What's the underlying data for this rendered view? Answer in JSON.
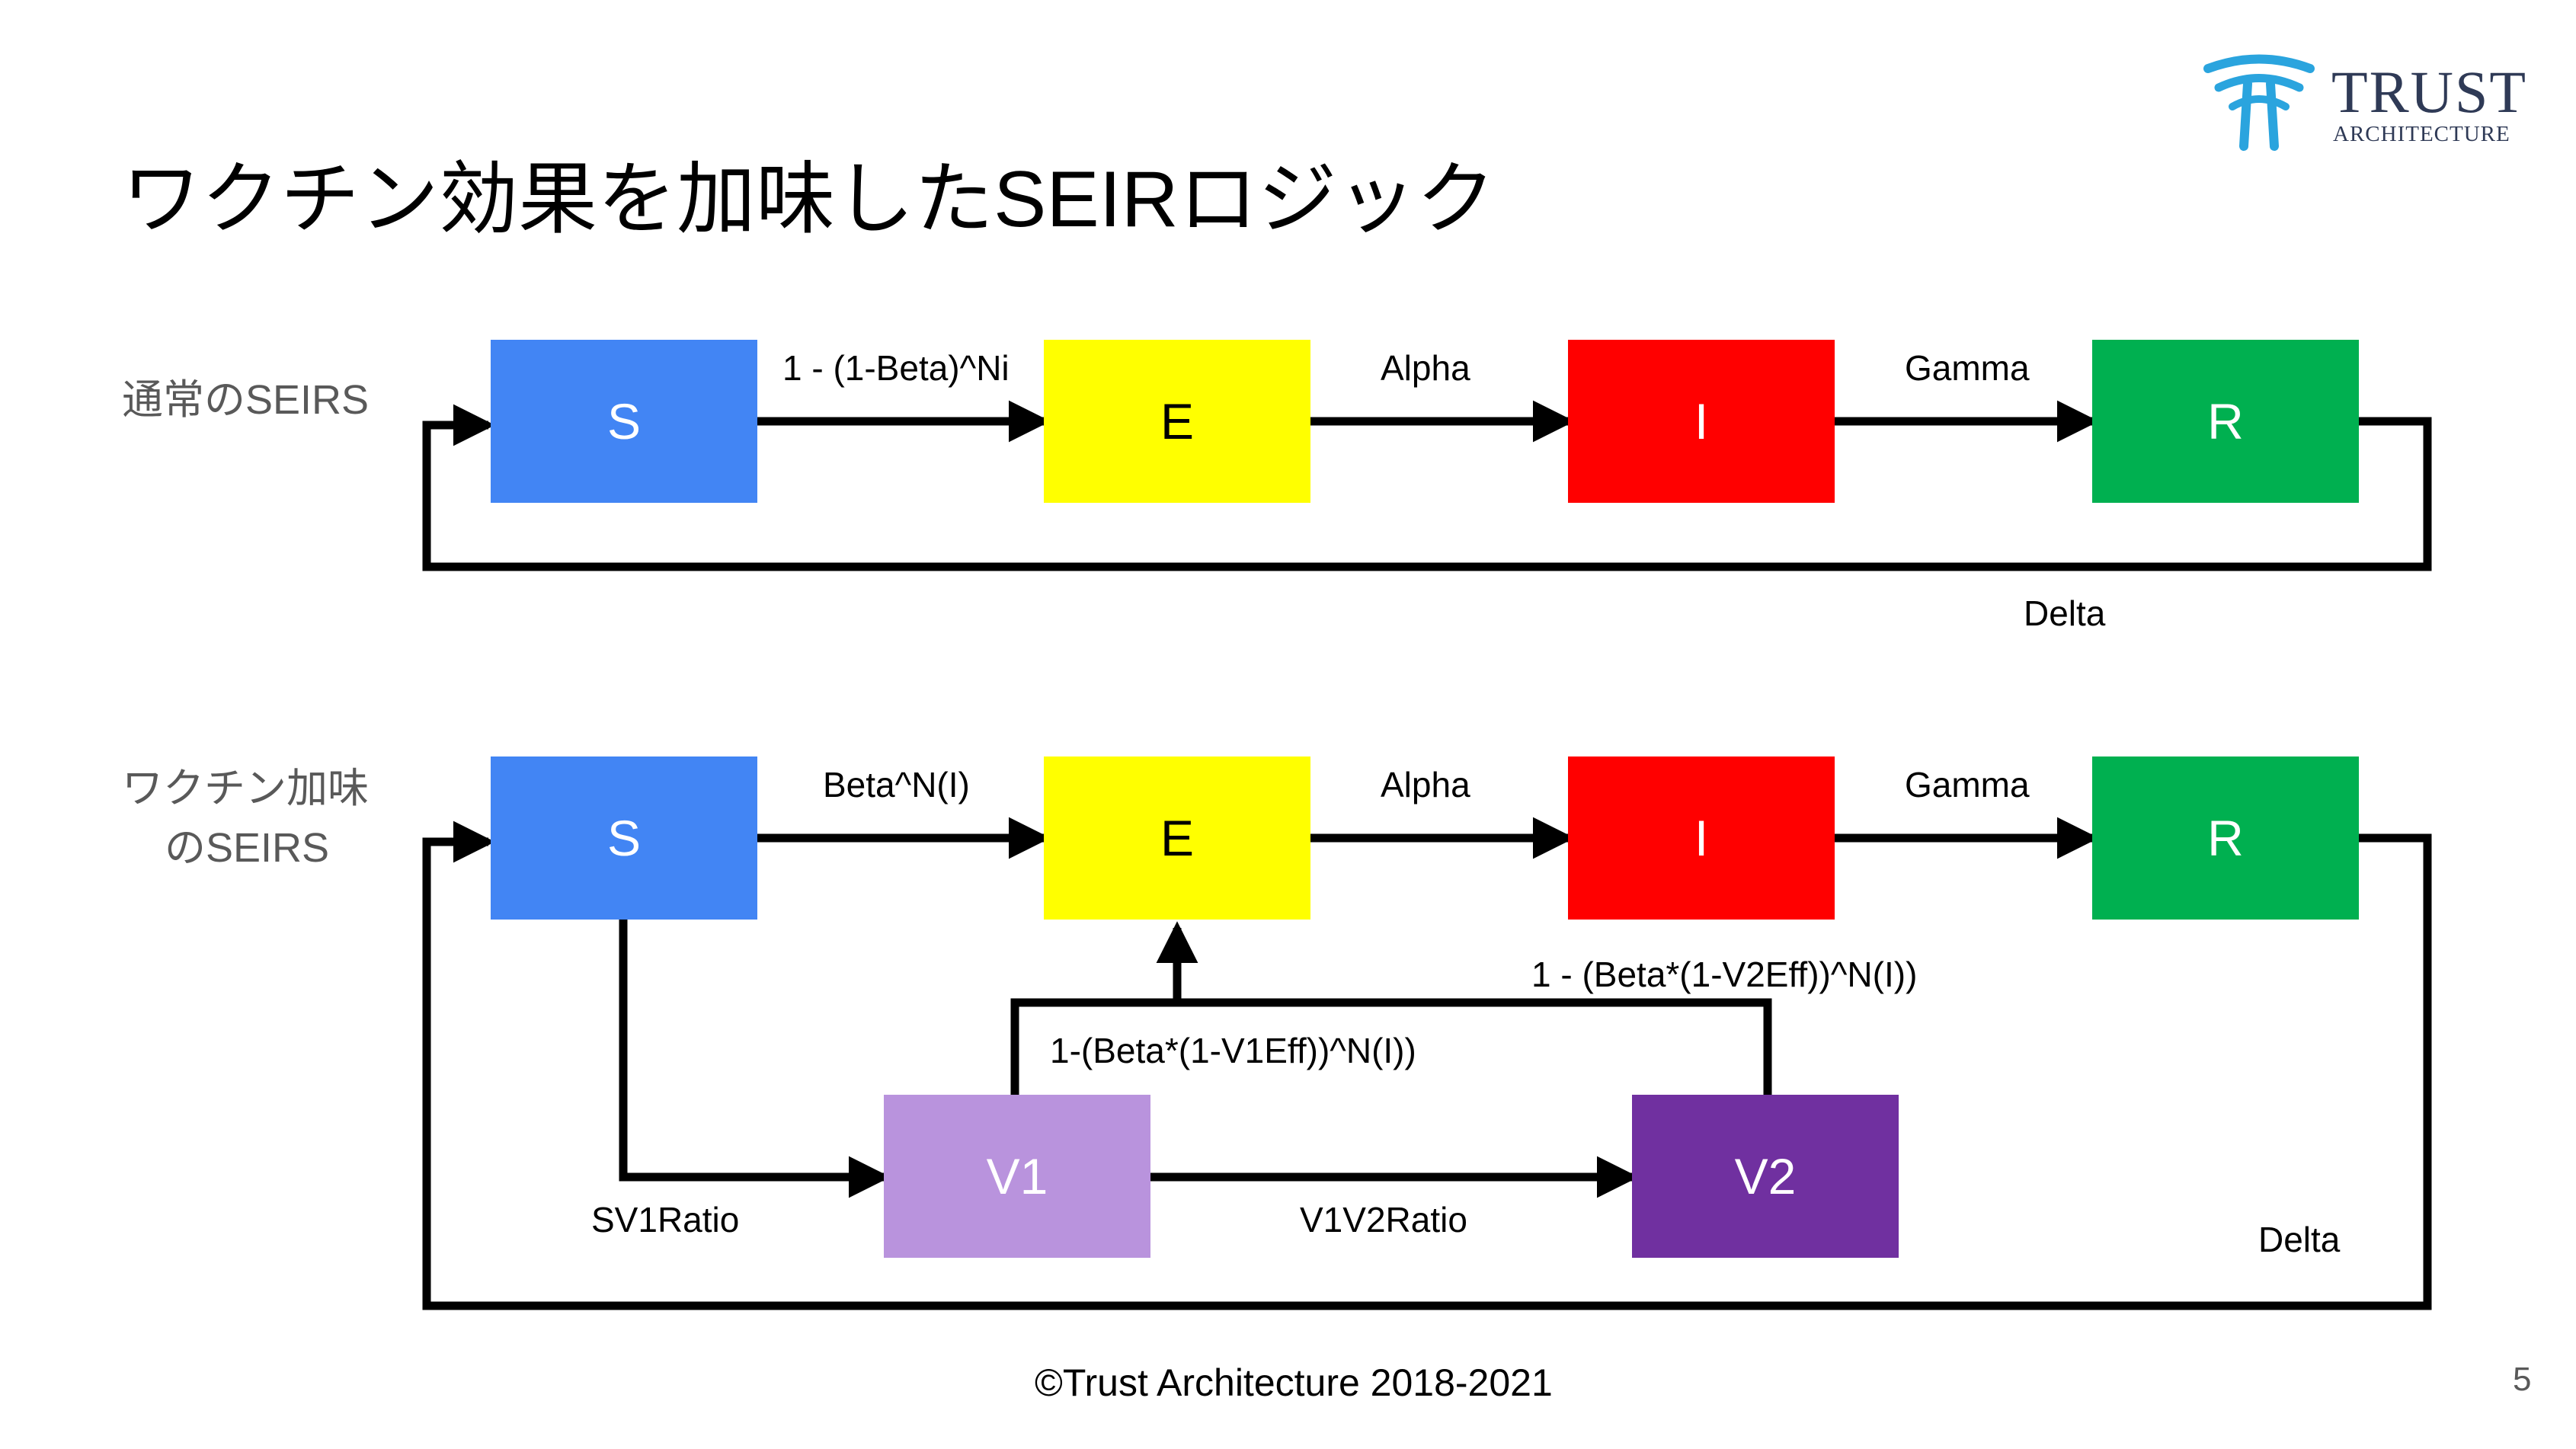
{
  "title": "ワクチン効果を加味したSEIRロジック",
  "logo": {
    "line1": "TRUST",
    "line2": "ARCHITECTURE",
    "mark_color": "#2aa4de",
    "text_color": "#2f3a56"
  },
  "rows": {
    "normal": {
      "label": "通常のSEIRS"
    },
    "vaccine": {
      "label_line1": "ワクチン加味",
      "label_line2": "のSEIRS"
    }
  },
  "nodes": {
    "normal": [
      {
        "id": "S",
        "label": "S",
        "color": "#4285f4"
      },
      {
        "id": "E",
        "label": "E",
        "color": "#ffff00"
      },
      {
        "id": "I",
        "label": "I",
        "color": "#ff0000"
      },
      {
        "id": "R",
        "label": "R",
        "color": "#00b050"
      }
    ],
    "vaccine": [
      {
        "id": "S",
        "label": "S",
        "color": "#4285f4"
      },
      {
        "id": "E",
        "label": "E",
        "color": "#ffff00"
      },
      {
        "id": "I",
        "label": "I",
        "color": "#ff0000"
      },
      {
        "id": "R",
        "label": "R",
        "color": "#00b050"
      },
      {
        "id": "V1",
        "label": "V1",
        "color": "#b993dd"
      },
      {
        "id": "V2",
        "label": "V2",
        "color": "#7030a0"
      }
    ]
  },
  "edges": {
    "normal": {
      "s_to_e": "1 - (1-Beta)^Ni",
      "e_to_i": "Alpha",
      "i_to_r": "Gamma",
      "r_to_s": "Delta"
    },
    "vaccine": {
      "s_to_e": "Beta^N(I)",
      "e_to_i": "Alpha",
      "i_to_r": "Gamma",
      "r_to_s": "Delta",
      "s_to_v1": "SV1Ratio",
      "v1_to_v2": "V1V2Ratio",
      "v1_to_e": "1-(Beta*(1-V1Eff))^N(I))",
      "v2_to_e": "1 - (Beta*(1-V2Eff))^N(I))"
    }
  },
  "footer": "©Trust Architecture 2018-2021",
  "page_number": "5"
}
